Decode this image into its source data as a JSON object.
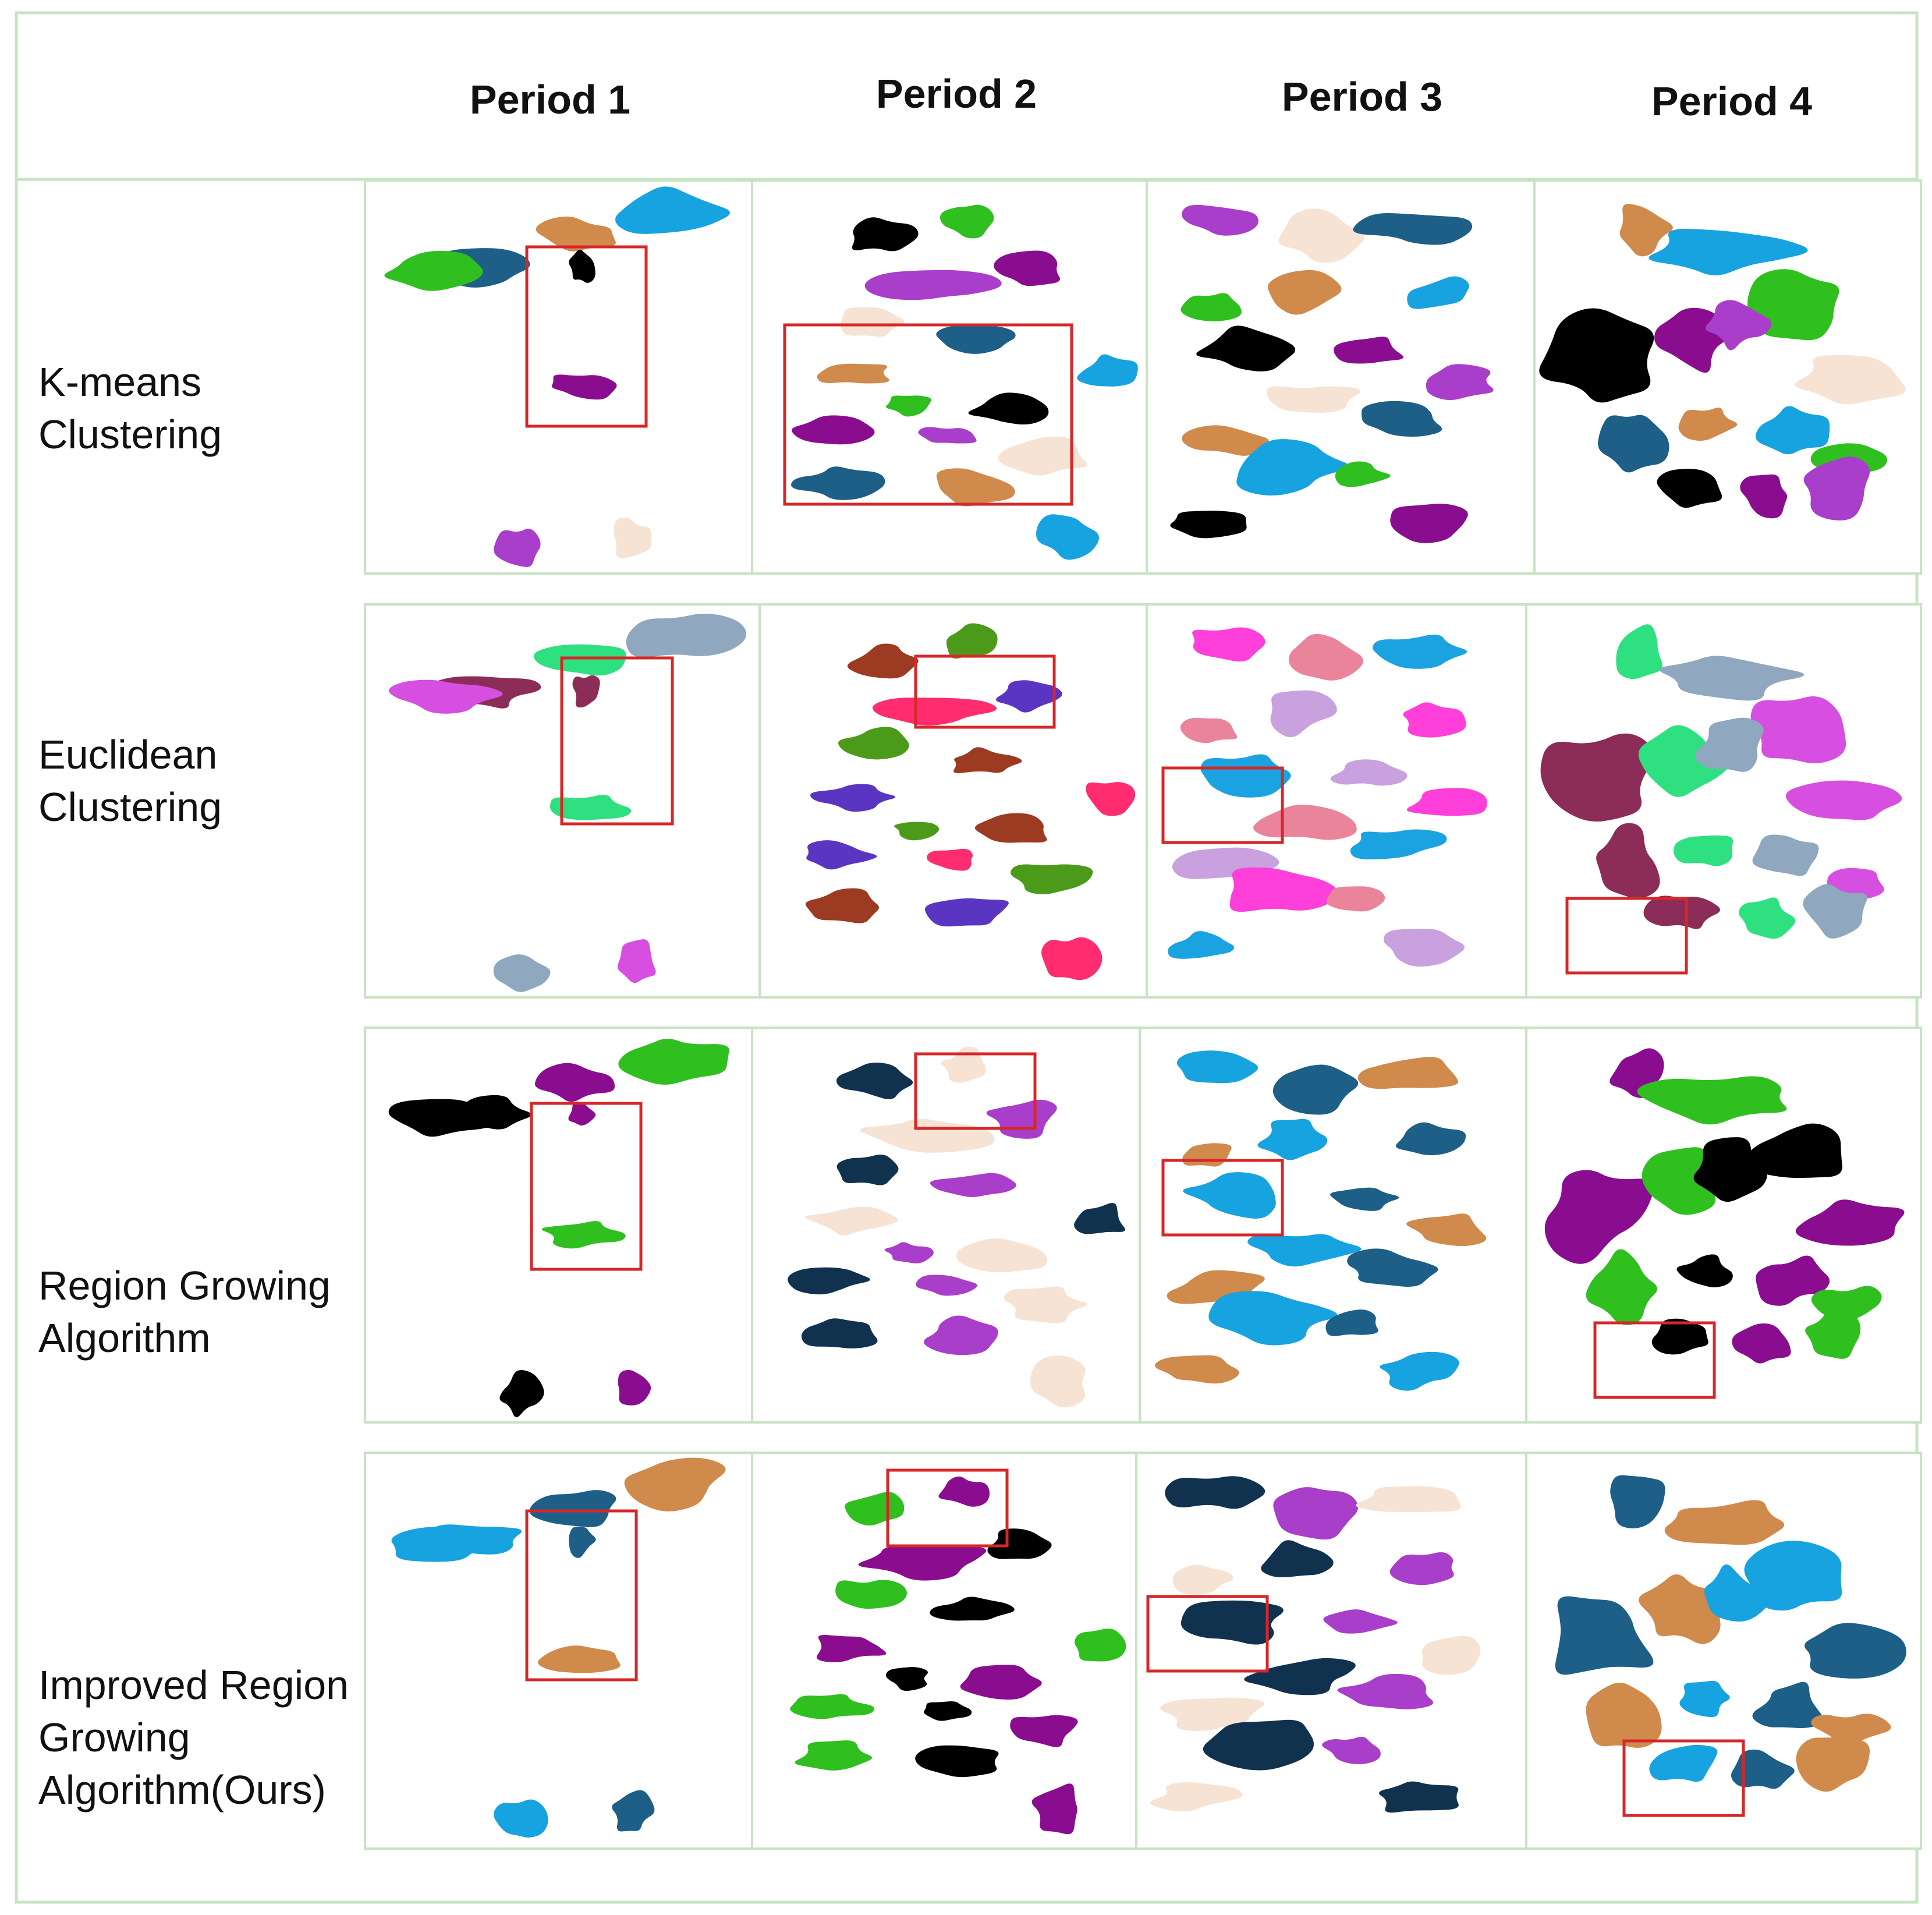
{
  "columns": [
    "Period 1",
    "Period 2",
    "Period 3",
    "Period 4"
  ],
  "rows": [
    [
      "K-means",
      "Clustering"
    ],
    [
      "Euclidean",
      "Clustering"
    ],
    [
      "Region Growing",
      "Algorithm"
    ],
    [
      "Improved Region",
      "Growing",
      "Algorithm(Ours)"
    ]
  ],
  "colors": {
    "frame": "#c8e3c4",
    "highlight": "#d62728",
    "kmeans_palette": [
      "#1d5f86",
      "#2fbf1f",
      "#a83ec9",
      "#d08a4c",
      "#000000",
      "#f6e3d3",
      "#17a2e0",
      "#8a0d8f"
    ],
    "euclidean_palette": [
      "#ff2d6f",
      "#c9a1df",
      "#8b2d58",
      "#4c9a1a",
      "#ff3fd9",
      "#2ee07f",
      "#9c3a22",
      "#e9849b",
      "#8fa7bf",
      "#5a35c2",
      "#1aa3e0",
      "#d64fe0"
    ],
    "region_palette": [
      "#1d5f86",
      "#2fbf1f",
      "#a83ec9",
      "#d08a4c",
      "#000000",
      "#f6e3d3",
      "#17a2e0",
      "#8a0d8f",
      "#11324f"
    ]
  }
}
